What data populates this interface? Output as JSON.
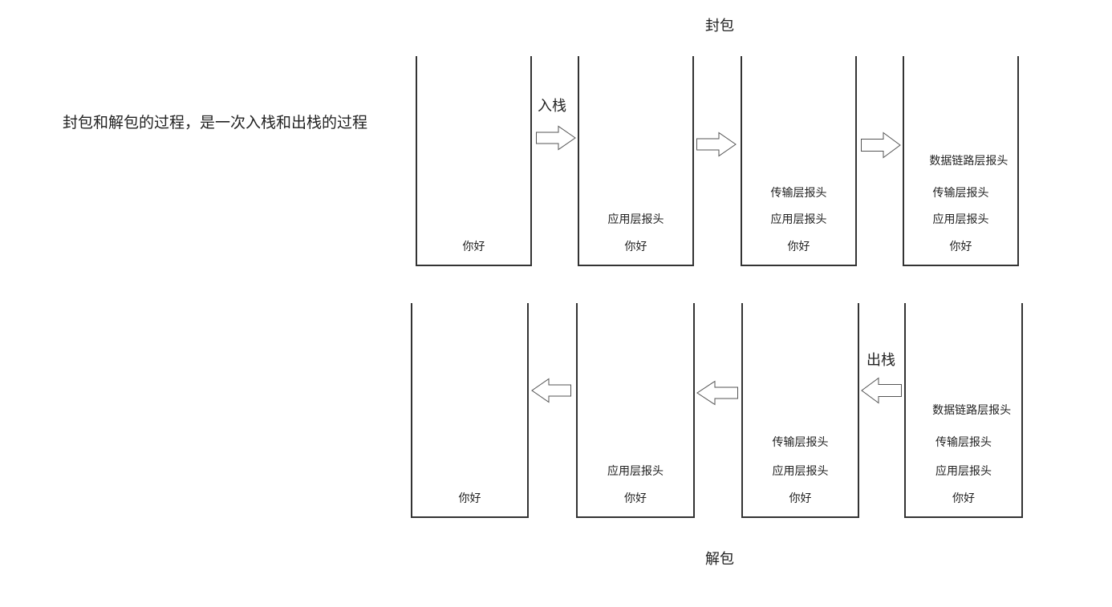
{
  "caption": "封包和解包的过程，是一次入栈和出栈的过程",
  "encapsulation": {
    "title": "封包",
    "push_label": "入栈",
    "stacks": [
      {
        "layers": [
          "你好"
        ]
      },
      {
        "layers": [
          "应用层报头",
          "你好"
        ]
      },
      {
        "layers": [
          "传输层报头",
          "应用层报头",
          "你好"
        ]
      },
      {
        "layers": [
          "数据链路层报头",
          "传输层报头",
          "应用层报头",
          "你好"
        ]
      }
    ]
  },
  "decapsulation": {
    "title": "解包",
    "pop_label": "出栈",
    "stacks": [
      {
        "layers": [
          "你好"
        ]
      },
      {
        "layers": [
          "应用层报头",
          "你好"
        ]
      },
      {
        "layers": [
          "传输层报头",
          "应用层报头",
          "你好"
        ]
      },
      {
        "layers": [
          "数据链路层报头",
          "传输层报头",
          "应用层报头",
          "你好"
        ]
      }
    ]
  }
}
